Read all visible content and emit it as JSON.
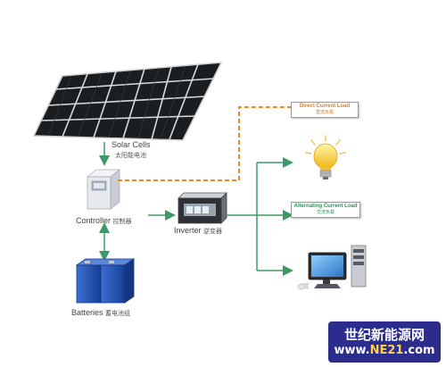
{
  "components": {
    "solar": {
      "label_en": "Solar Cells",
      "label_cn": "太阳能电池"
    },
    "controller": {
      "label_en": "Controller",
      "label_cn": "控制器"
    },
    "inverter": {
      "label_en": "Inverter",
      "label_cn": "逆变器"
    },
    "batteries": {
      "label_en": "Batteries",
      "label_cn": "蓄电池组"
    }
  },
  "loads": {
    "dc": {
      "label_en": "Direct Current Load",
      "label_cn": "直流负载",
      "color": "#e07b1f"
    },
    "ac": {
      "label_en": "Alternating Current Load",
      "label_cn": "交流负载",
      "color": "#2f8f5b"
    }
  },
  "colors": {
    "ac_line": "#3d9a68",
    "dc_line": "#e88a2a",
    "panel": "#1f2224",
    "battery": "#1f4fb0"
  },
  "icons": [
    "solar-panel-icon",
    "controller-icon",
    "inverter-icon",
    "battery-icon",
    "light-bulb-icon",
    "computer-icon"
  ],
  "watermark": {
    "line1": "世纪新能源网",
    "line2_prefix": "www.",
    "line2_accent": "NE21",
    "line2_suffix": ".com"
  }
}
